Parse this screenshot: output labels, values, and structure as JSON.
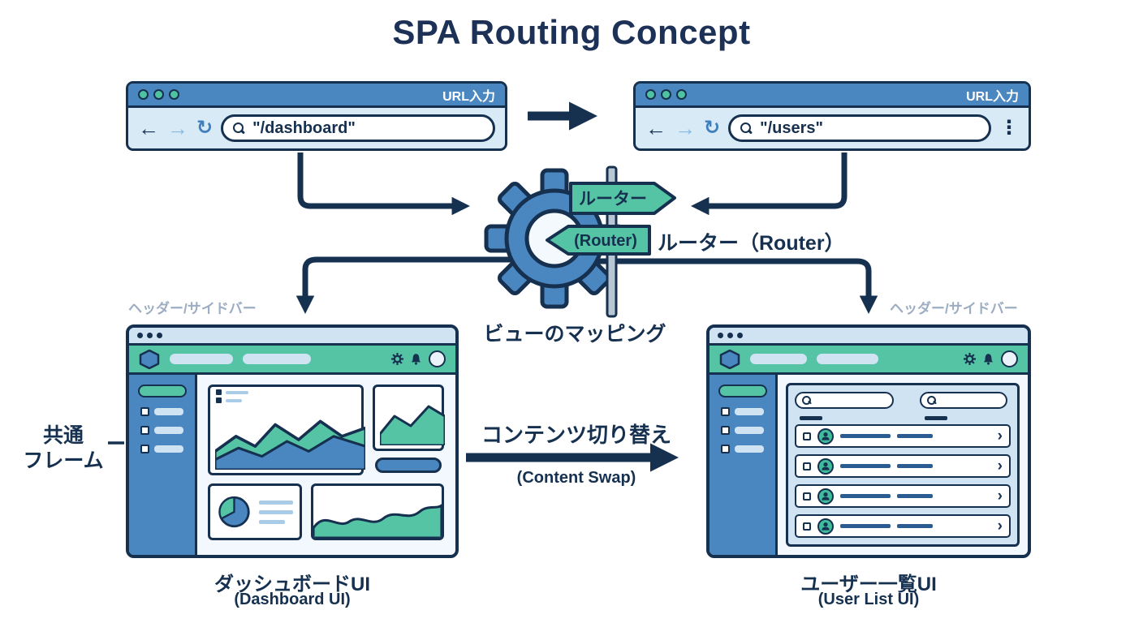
{
  "title": "SPA Routing Concept",
  "browsers": {
    "left": {
      "bar_label": "URL入力",
      "url": "\"/dashboard\""
    },
    "right": {
      "bar_label": "URL入力",
      "url": "\"/users\""
    }
  },
  "router": {
    "sign_top": "ルーター",
    "sign_bottom": "(Router)",
    "side_label": "ルーター（Router）",
    "mapping_label": "ビューのマッピング"
  },
  "frame_labels": {
    "left": "ヘッダー/サイドバー",
    "right": "ヘッダー/サイドバー",
    "common_line1": "共通",
    "common_line2": "フレーム"
  },
  "content_swap": {
    "ja": "コンテンツ切り替え",
    "en": "(Content Swap)"
  },
  "captions": {
    "left_ja": "ダッシュボードUI",
    "left_en": "(Dashboard UI)",
    "right_ja": "ユーザー一覧UI",
    "right_en": "(User List UI)"
  },
  "icons": {
    "back": "←",
    "forward": "→",
    "refresh": "↻",
    "kebab": "⋮",
    "chevron": "›"
  },
  "colors": {
    "navy": "#16304f",
    "blue": "#4a86c0",
    "teal": "#54c4a5",
    "light_blue": "#cfe3f2",
    "pale_blue": "#d9eaf7",
    "gray_label": "#9cadc2"
  }
}
